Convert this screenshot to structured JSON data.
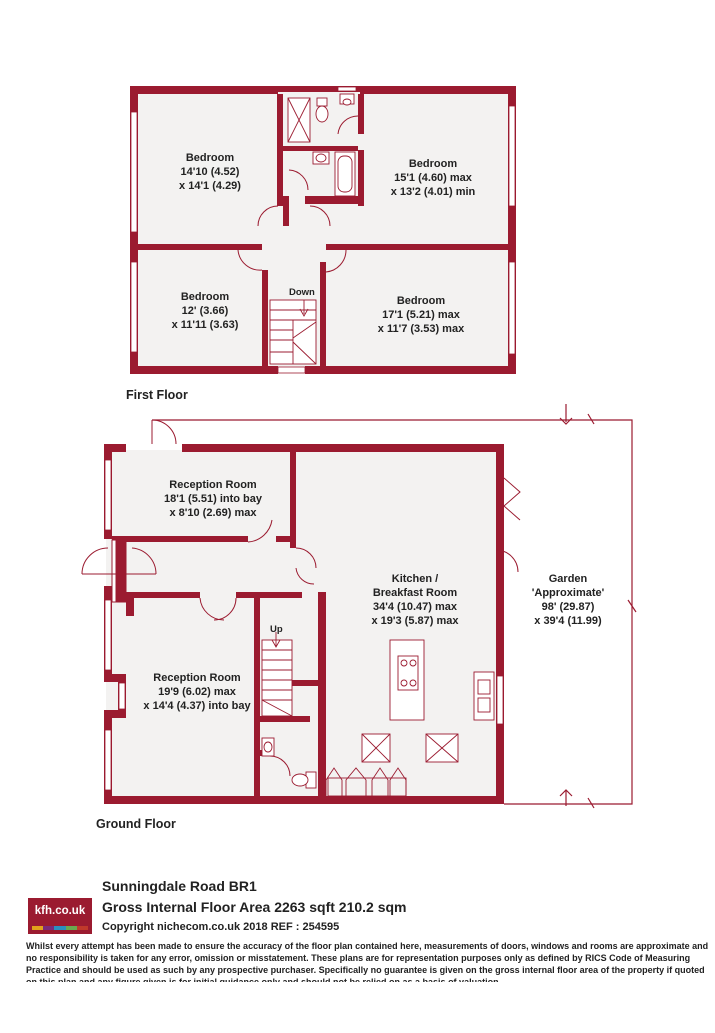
{
  "colors": {
    "wall": "#9b1b30",
    "floor_fill": "#f3f2f1",
    "garden_line": "#9b1b30",
    "text": "#222222"
  },
  "first_floor": {
    "label": "First Floor",
    "rooms": [
      {
        "id": "bed1",
        "lines": [
          "Bedroom",
          "14'10 (4.52)",
          "x 14'1 (4.29)"
        ]
      },
      {
        "id": "bed2",
        "lines": [
          "Bedroom",
          "15'1 (4.60) max",
          "x 13'2 (4.01) min"
        ]
      },
      {
        "id": "bed3",
        "lines": [
          "Bedroom",
          "12' (3.66)",
          "x 11'11 (3.63)"
        ]
      },
      {
        "id": "bed4",
        "lines": [
          "Bedroom",
          "17'1 (5.21) max",
          "x 11'7 (3.53) max"
        ]
      }
    ],
    "stairs_label": "Down"
  },
  "ground_floor": {
    "label": "Ground Floor",
    "rooms": [
      {
        "id": "reception1",
        "lines": [
          "Reception Room",
          "18'1 (5.51) into bay",
          "x 8'10 (2.69) max"
        ]
      },
      {
        "id": "kitchen",
        "lines": [
          "Kitchen /",
          "Breakfast Room",
          "34'4 (10.47) max",
          "x 19'3 (5.87) max"
        ]
      },
      {
        "id": "reception2",
        "lines": [
          "Reception Room",
          "19'9 (6.02) max",
          "x 14'4 (4.37) into bay"
        ]
      },
      {
        "id": "garden",
        "lines": [
          "Garden",
          "'Approximate'",
          "98' (29.87)",
          "x 39'4 (11.99)"
        ]
      }
    ],
    "stairs_label": "Up"
  },
  "footer": {
    "logo_text": "kfh.co.uk",
    "logo_colors": [
      "#e2a21b",
      "#7a2b7a",
      "#2b8fbf",
      "#6aa84f",
      "#c0392b"
    ],
    "address": "Sunningdale Road  BR1",
    "area": "Gross Internal Floor Area 2263 sqft 210.2 sqm",
    "copyright": "Copyright nichecom.co.uk 2018 REF : 254595",
    "disclaimer": "Whilst every attempt has been made to ensure the accuracy of the floor plan contained here, measurements of doors, windows and rooms are approximate and no responsibility is taken for any error, omission or misstatement.  These plans are for representation purposes only as defined by RICS Code of Measuring Practice and should be used as such by any prospective purchaser.  Specifically no guarantee is given on the gross internal floor area of the property if quoted on this plan and any figure given is for initial guidance only and should not be relied on as a basis of valuation."
  }
}
